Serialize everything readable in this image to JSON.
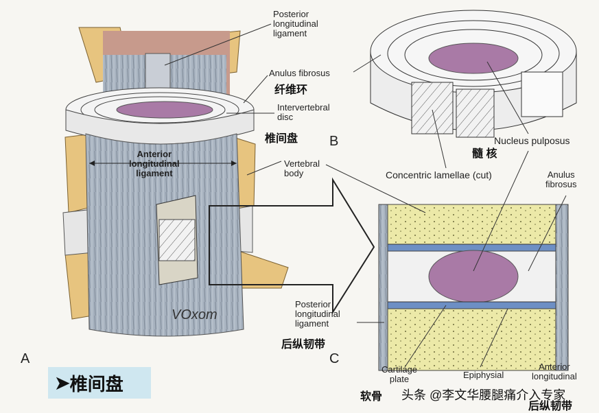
{
  "labels": {
    "posterior_ligament_top": "Posterior\nlongitudinal\nligament",
    "anulus_fibrosus_a": "Anulus fibrosus",
    "anulus_fibrosus_a_zh": "纤维环",
    "intervertebral_disc": "Intervertebral\ndisc",
    "intervertebral_disc_zh": "椎间盘",
    "anterior_ligament": "Anterior\nlongitudinal\nligament",
    "vertebral_body": "Vertebral\nbody",
    "nucleus_pulposus": "Nucleus pulposus",
    "nucleus_zh": "髓 核",
    "concentric_lamellae": "Concentric lamellae (cut)",
    "anulus_fibrosus_c": "Anulus\nfibrosus",
    "posterior_ligament_c": "Posterior\nlongitudinal\nligament",
    "posterior_ligament_c_zh": "后纵韧带",
    "cartilage_plate": "Cartilage\nplate",
    "epiphysial": "Epiphysial",
    "anterior_ligament_c": "Anterior\nlongitudinal",
    "cartilage_zh": "软骨",
    "anterior_ligament_c_zh": "后纵韧带",
    "signature": "VOxom"
  },
  "letters": {
    "a": "A",
    "b": "B",
    "c": "C"
  },
  "title": "椎间盘",
  "watermark": "头条 @李文华腰腿痛介入专家",
  "colors": {
    "bone": "#e7c47f",
    "ligament": "#9aa6b4",
    "disc_ring": "#f4f4f4",
    "nucleus": "#a97aa6",
    "cancellous": "#ece9a8",
    "plate": "#6d8fc4",
    "title_bg": "#cfe7f0"
  }
}
